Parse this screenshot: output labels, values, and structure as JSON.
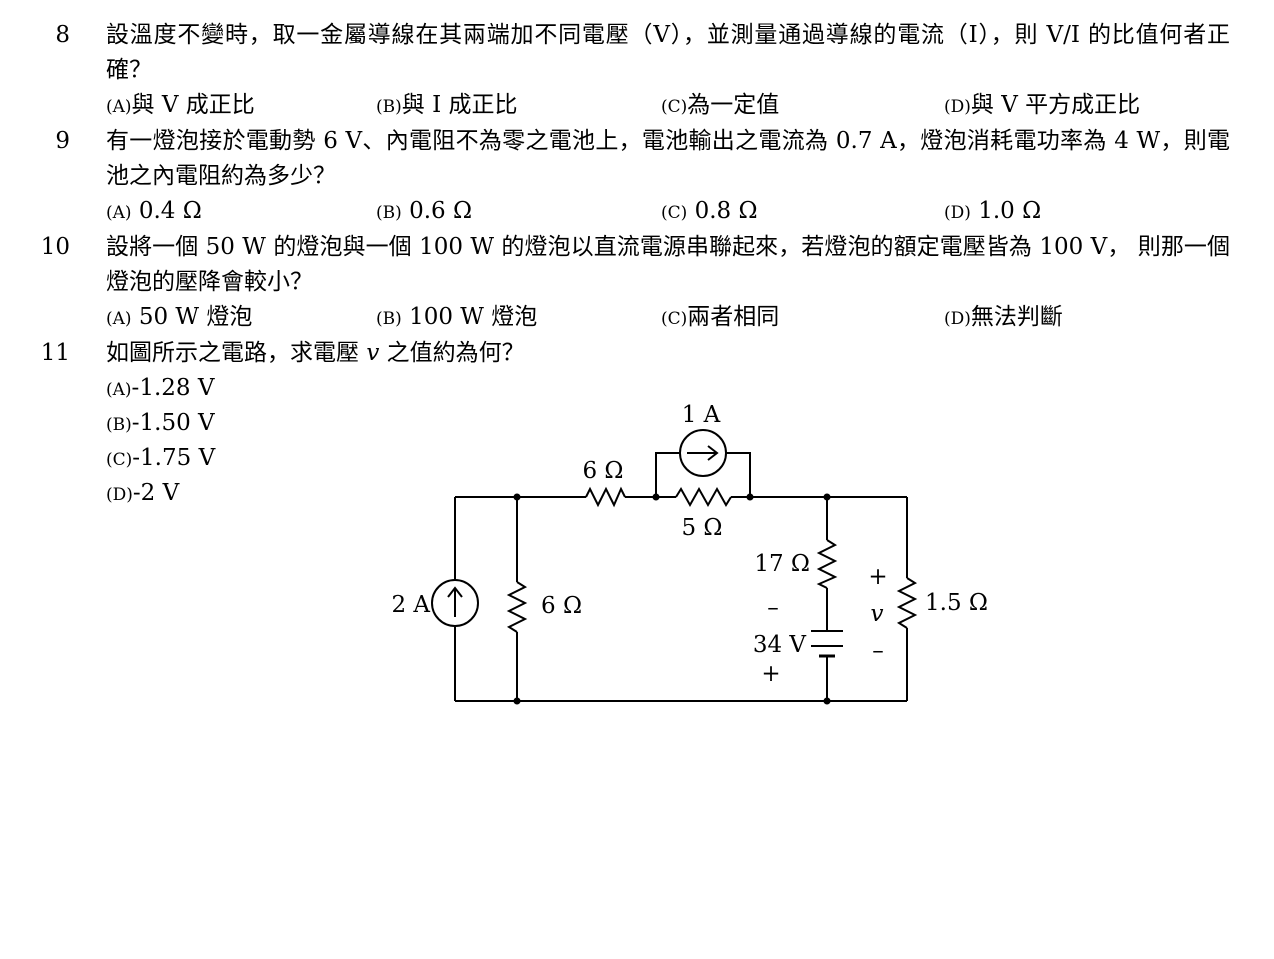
{
  "questions": [
    {
      "number": "8",
      "stem": "設溫度不變時，取一金屬導線在其兩端加不同電壓（V），並測量通過導線的電流（I），則 V/I 的比值何者正確？",
      "options": [
        {
          "label": "(A)",
          "text": "與 V 成正比"
        },
        {
          "label": "(B)",
          "text": "與 I 成正比"
        },
        {
          "label": "(C)",
          "text": "為一定值"
        },
        {
          "label": "(D)",
          "text": "與 V 平方成正比"
        }
      ]
    },
    {
      "number": "9",
      "stem": "有一燈泡接於電動勢 6 V、內電阻不為零之電池上，電池輸出之電流為 0.7 A，燈泡消耗電功率為 4 W，則電池之內電阻約為多少？",
      "options": [
        {
          "label": "(A)",
          "text": " 0.4 Ω"
        },
        {
          "label": "(B)",
          "text": " 0.6 Ω"
        },
        {
          "label": "(C)",
          "text": " 0.8 Ω"
        },
        {
          "label": "(D)",
          "text": " 1.0 Ω"
        }
      ]
    },
    {
      "number": "10",
      "stem": "設將一個 50 W 的燈泡與一個 100 W 的燈泡以直流電源串聯起來，若燈泡的額定電壓皆為 100 V， 則那一個燈泡的壓降會較小？",
      "options": [
        {
          "label": "(A)",
          "text": " 50 W 燈泡"
        },
        {
          "label": "(B)",
          "text": " 100 W 燈泡"
        },
        {
          "label": "(C)",
          "text": "兩者相同"
        },
        {
          "label": "(D)",
          "text": "無法判斷"
        }
      ]
    },
    {
      "number": "11",
      "stem_before": "如圖所示之電路，求電壓 ",
      "stem_var": "v",
      "stem_after": " 之值約為何？",
      "options": [
        {
          "label": "(A)",
          "text": "-1.28 V"
        },
        {
          "label": "(B)",
          "text": "-1.50 V"
        },
        {
          "label": "(C)",
          "text": "-1.75 V"
        },
        {
          "label": "(D)",
          "text": "-2 V"
        }
      ]
    }
  ],
  "circuit": {
    "current_source_top": "1 A",
    "resistor_top_left": "6 Ω",
    "resistor_top_mid": "5 Ω",
    "current_source_left": "2 A",
    "resistor_left_shunt": "6 Ω",
    "resistor_17": "17 Ω",
    "battery": "34 V",
    "battery_minus": "–",
    "battery_plus": "+",
    "resistor_right": "1.5 Ω",
    "v_plus": "+",
    "v_label": "v",
    "v_minus": "–"
  }
}
